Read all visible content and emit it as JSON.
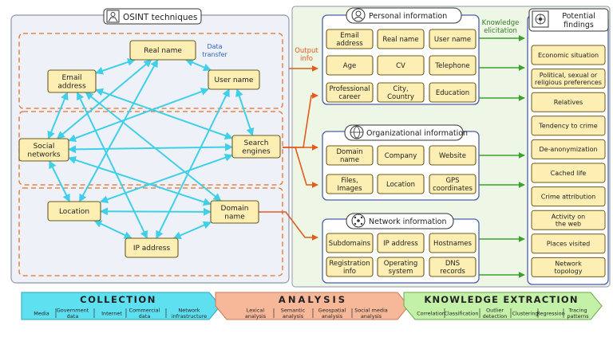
{
  "osint_title": "OSINT techniques",
  "data_transfer": [
    "Data",
    "transfer"
  ],
  "output_info": [
    "Output",
    "info"
  ],
  "knowledge_elicitation": [
    "Knowledge",
    "elicitation"
  ],
  "nodes": {
    "real_name": [
      "Real name"
    ],
    "email": [
      "Email",
      "address"
    ],
    "user_name": [
      "User name"
    ],
    "social": [
      "Social",
      "networks"
    ],
    "search": [
      "Search",
      "engines"
    ],
    "location": [
      "Location"
    ],
    "domain": [
      "Domain",
      "name"
    ],
    "ip": [
      "IP address"
    ]
  },
  "personal": {
    "title": "Personal information",
    "items": [
      [
        "Email",
        "address"
      ],
      [
        "Real name"
      ],
      [
        "User name"
      ],
      [
        "Age"
      ],
      [
        "CV"
      ],
      [
        "Telephone"
      ],
      [
        "Professional",
        "career"
      ],
      [
        "City,",
        "Country"
      ],
      [
        "Education"
      ]
    ]
  },
  "organizational": {
    "title": "Organizational information",
    "items": [
      [
        "Domain",
        "name"
      ],
      [
        "Company"
      ],
      [
        "Website"
      ],
      [
        "Files,",
        "Images"
      ],
      [
        "Location"
      ],
      [
        "GPS",
        "coordinates"
      ]
    ]
  },
  "network": {
    "title": "Network information",
    "items": [
      [
        "Subdomains"
      ],
      [
        "IP address"
      ],
      [
        "Hostnames"
      ],
      [
        "Registration",
        "info"
      ],
      [
        "Operating",
        "system"
      ],
      [
        "DNS",
        "records"
      ]
    ]
  },
  "findings": {
    "title": [
      "Potential",
      "findings"
    ],
    "items": [
      [
        "Economic situation"
      ],
      [
        "Political, sexual or",
        "religious preferences"
      ],
      [
        "Relatives"
      ],
      [
        "Tendency to crime"
      ],
      [
        "De-anonymization"
      ],
      [
        "Cached life"
      ],
      [
        "Crime attribution"
      ],
      [
        "Activity on",
        "the web"
      ],
      [
        "Places visited"
      ],
      [
        "Network",
        "topology"
      ]
    ]
  },
  "bands": {
    "collection": {
      "title": "COLLECTION",
      "items": [
        [
          "Media"
        ],
        [
          "Government",
          "data"
        ],
        [
          "Internet"
        ],
        [
          "Commercial",
          "data"
        ],
        [
          "Network",
          "infrastructure"
        ]
      ]
    },
    "analysis": {
      "title": "ANALYSIS",
      "items": [
        [
          "Lexical",
          "analysis"
        ],
        [
          "Semantic",
          "analysis"
        ],
        [
          "Geospatial",
          "analysis"
        ],
        [
          "Social media",
          "analysis"
        ]
      ]
    },
    "knowledge": {
      "title": "KNOWLEDGE EXTRACTION",
      "items": [
        [
          "Correlation"
        ],
        [
          "Classification"
        ],
        [
          "Outlier",
          "detection"
        ],
        [
          "Clustering"
        ],
        [
          "Regression"
        ],
        [
          "Tracing",
          "patterns"
        ]
      ]
    }
  },
  "colors": {
    "cyan": "#3fd0e8",
    "orange": "#e35a1b",
    "green": "#3aa12a",
    "node_fill": "#fdeeb3"
  }
}
